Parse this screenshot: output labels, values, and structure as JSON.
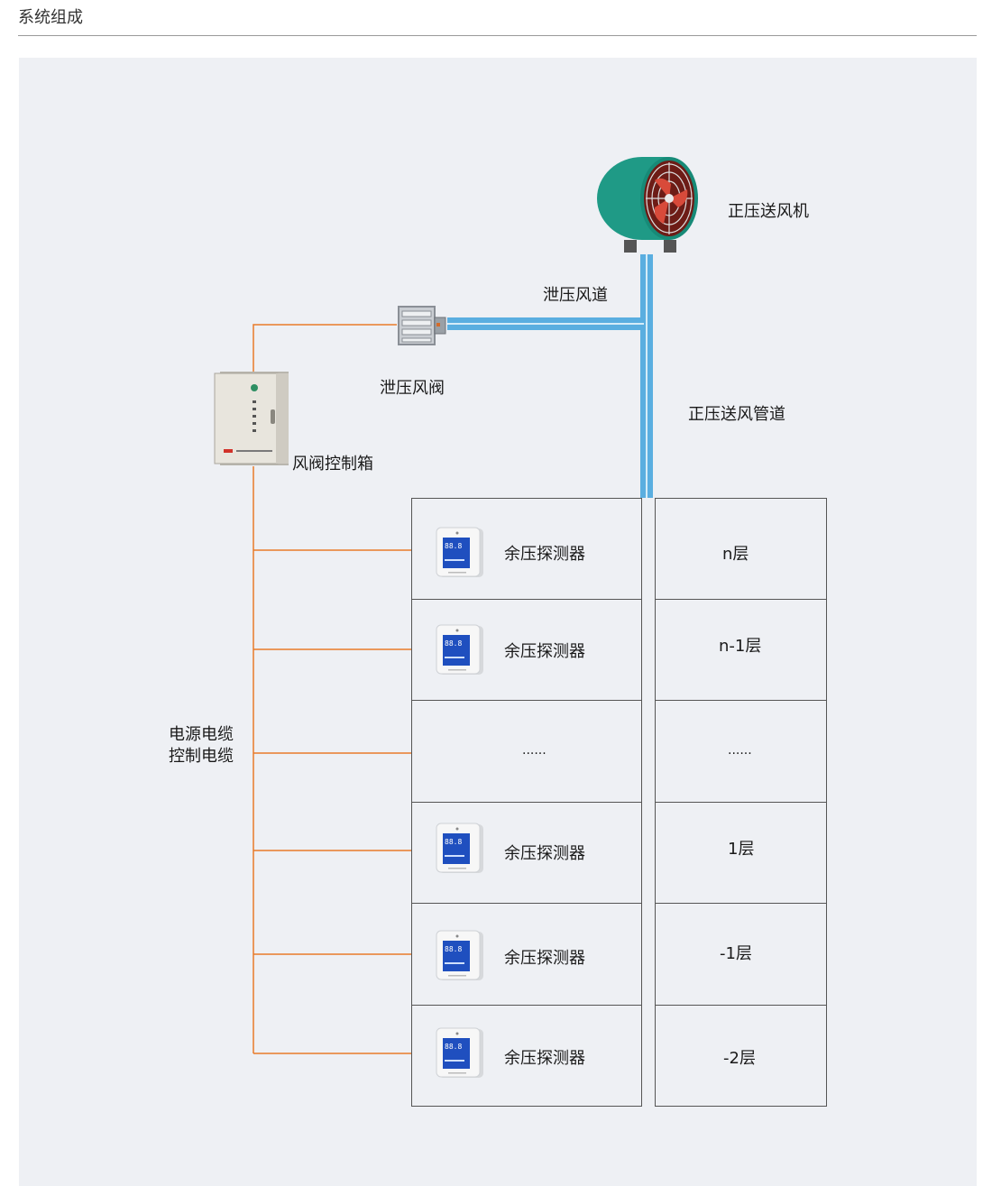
{
  "header": {
    "title": "系统组成"
  },
  "labels": {
    "fan": "正压送风机",
    "relief_duct": "泄压风道",
    "relief_damper": "泄压风阀",
    "control_box": "风阀控制箱",
    "supply_duct": "正压送风管道",
    "cable_line1": "电源电缆",
    "cable_line2": "控制电缆"
  },
  "rows": [
    {
      "detector": "余压探测器",
      "floor": "n层"
    },
    {
      "detector": "余压探测器",
      "floor": "n-1层"
    },
    {
      "detector": "......",
      "floor": "......"
    },
    {
      "detector": "余压探测器",
      "floor": "1层"
    },
    {
      "detector": "余压探测器",
      "floor": "-1层"
    },
    {
      "detector": "余压探测器",
      "floor": "-2层"
    }
  ],
  "detector_display": "88.8",
  "colors": {
    "cable": "#e87a2a",
    "duct": "#5aaee0",
    "panel": "#eef0f4",
    "fan_body": "#1f9a86",
    "fan_blade": "#c0392b"
  },
  "icons": [
    "fan-icon",
    "damper-icon",
    "control-box-icon",
    "detector-icon"
  ]
}
